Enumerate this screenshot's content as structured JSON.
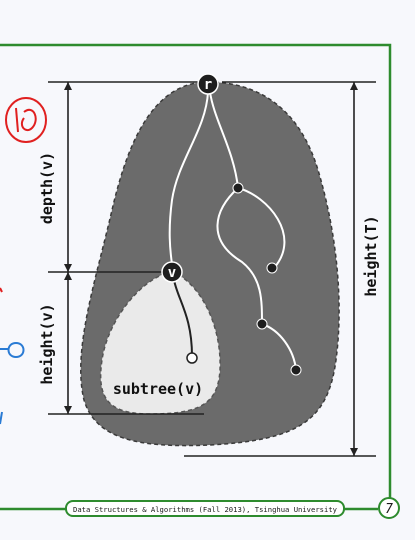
{
  "diagram": {
    "nodes": {
      "root": "r",
      "v": "v"
    },
    "region_labels": {
      "subtree": "subtree(v)"
    },
    "dimensions": {
      "depth": "depth(v)",
      "height_v": "height(v)",
      "height_T": "height(T)"
    }
  },
  "footer": {
    "course": "Data Structures & Algorithms (Fall 2013), Tsinghua University",
    "page_number": "7"
  },
  "colors": {
    "tree_fill": "#6b6b6b",
    "subtree_fill": "#eaeaea",
    "border_green": "#2e8b2e",
    "edge_white": "#ffffff",
    "node_dark": "#1e1e1e",
    "annotation_red": "#e02020",
    "annotation_blue": "#2a7bd4"
  },
  "annotations": {
    "handwritten_circled": "⑩",
    "handwritten_minus": "-0"
  }
}
